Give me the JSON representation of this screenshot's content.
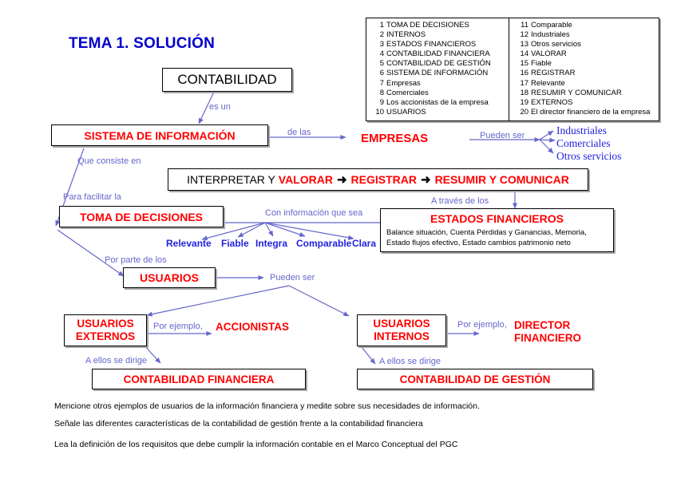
{
  "title": "TEMA 1. SOLUCIÓN",
  "legend": {
    "left_column": [
      {
        "num": "1",
        "text": "TOMA DE DECISIONES"
      },
      {
        "num": "2",
        "text": "INTERNOS"
      },
      {
        "num": "3",
        "text": "ESTADOS FINANCIEROS"
      },
      {
        "num": "4",
        "text": "CONTABILIDAD FINANCIERA"
      },
      {
        "num": "5",
        "text": "CONTABILIDAD DE GESTIÓN"
      },
      {
        "num": "6",
        "text": "SISTEMA DE INFORMACIÓN"
      },
      {
        "num": "7",
        "text": "Empresas"
      },
      {
        "num": "8",
        "text": "Comerciales"
      },
      {
        "num": "9",
        "text": "Los accionistas de la empresa"
      },
      {
        "num": "10",
        "text": "USUARIOS"
      }
    ],
    "right_column": [
      {
        "num": "11",
        "text": "Comparable"
      },
      {
        "num": "12",
        "text": "Industriales"
      },
      {
        "num": "13",
        "text": "Otros servicios"
      },
      {
        "num": "14",
        "text": "VALORAR"
      },
      {
        "num": "15",
        "text": "Fiable"
      },
      {
        "num": "16",
        "text": "REGISTRAR"
      },
      {
        "num": "17",
        "text": "Relevante"
      },
      {
        "num": "18",
        "text": "RESUMIR Y COMUNICAR"
      },
      {
        "num": "19",
        "text": "EXTERNOS"
      },
      {
        "num": "20",
        "text": "El director financiero de la empresa"
      }
    ]
  },
  "boxes": {
    "contabilidad": "CONTABILIDAD",
    "sistema_informacion": "SISTEMA DE INFORMACIÓN",
    "interpretar": "INTERPRETAR Y",
    "valorar": "VALORAR",
    "registrar": "REGISTRAR",
    "resumir": "RESUMIR Y COMUNICAR",
    "toma_decisiones": "TOMA DE DECISIONES",
    "estados_financieros_title": "ESTADOS FINANCIEROS",
    "estados_financieros_sub_line1": "Balance situación, Cuenta Pérdidas y Ganancias, Memoria,",
    "estados_financieros_sub_line2": "Estado flujos efectivo, Estado cambios patrimonio neto",
    "usuarios": "USUARIOS",
    "usuarios_externos_line1": "USUARIOS",
    "usuarios_externos_line2": "EXTERNOS",
    "usuarios_internos_line1": "USUARIOS",
    "usuarios_internos_line2": "INTERNOS",
    "contabilidad_financiera": "CONTABILIDAD FINANCIERA",
    "contabilidad_gestion": "CONTABILIDAD DE GESTIÓN"
  },
  "free_text": {
    "empresas": "EMPRESAS",
    "accionistas": "ACCIONISTAS",
    "director_line1": "DIRECTOR",
    "director_line2": "FINANCIERO"
  },
  "connector_labels": {
    "es_un": "es un",
    "de_las": "de las",
    "que_consiste_en": "Que consiste en",
    "para_facilitar_la": "Para facilitar la",
    "a_traves_de_los": "A través de los",
    "con_informacion_que_sea": "Con información que sea",
    "por_parte_de_los": "Por parte de los",
    "pueden_ser_usuarios": "Pueden ser",
    "pueden_ser_empresas": "Pueden ser",
    "por_ejemplo_externos": "Por ejemplo,",
    "por_ejemplo_internos": "Por ejemplo,",
    "a_ellos_se_dirige_ext": "A ellos se dirige",
    "a_ellos_se_dirige_int": "A ellos se dirige"
  },
  "qualities": [
    "Relevante",
    "Fiable",
    "Integra",
    "Comparable",
    "Clara"
  ],
  "empresa_types": [
    "Industriales",
    "Comerciales",
    "Otros servicios"
  ],
  "notes": [
    "Mencione otros ejemplos de usuarios de la información financiera y medite sobre sus necesidades de información.",
    "Señale las diferentes características de la contabilidad de gestión frente a la contabilidad financiera",
    "Lea la definición de los requisitos que debe cumplir la información contable en el Marco Conceptual del PGC"
  ],
  "colors": {
    "title_blue": "#0000cc",
    "red": "#ff0000",
    "arrow_blue": "#6666cc",
    "label_blue": "#6666cc",
    "quality_blue": "#2222dd"
  }
}
